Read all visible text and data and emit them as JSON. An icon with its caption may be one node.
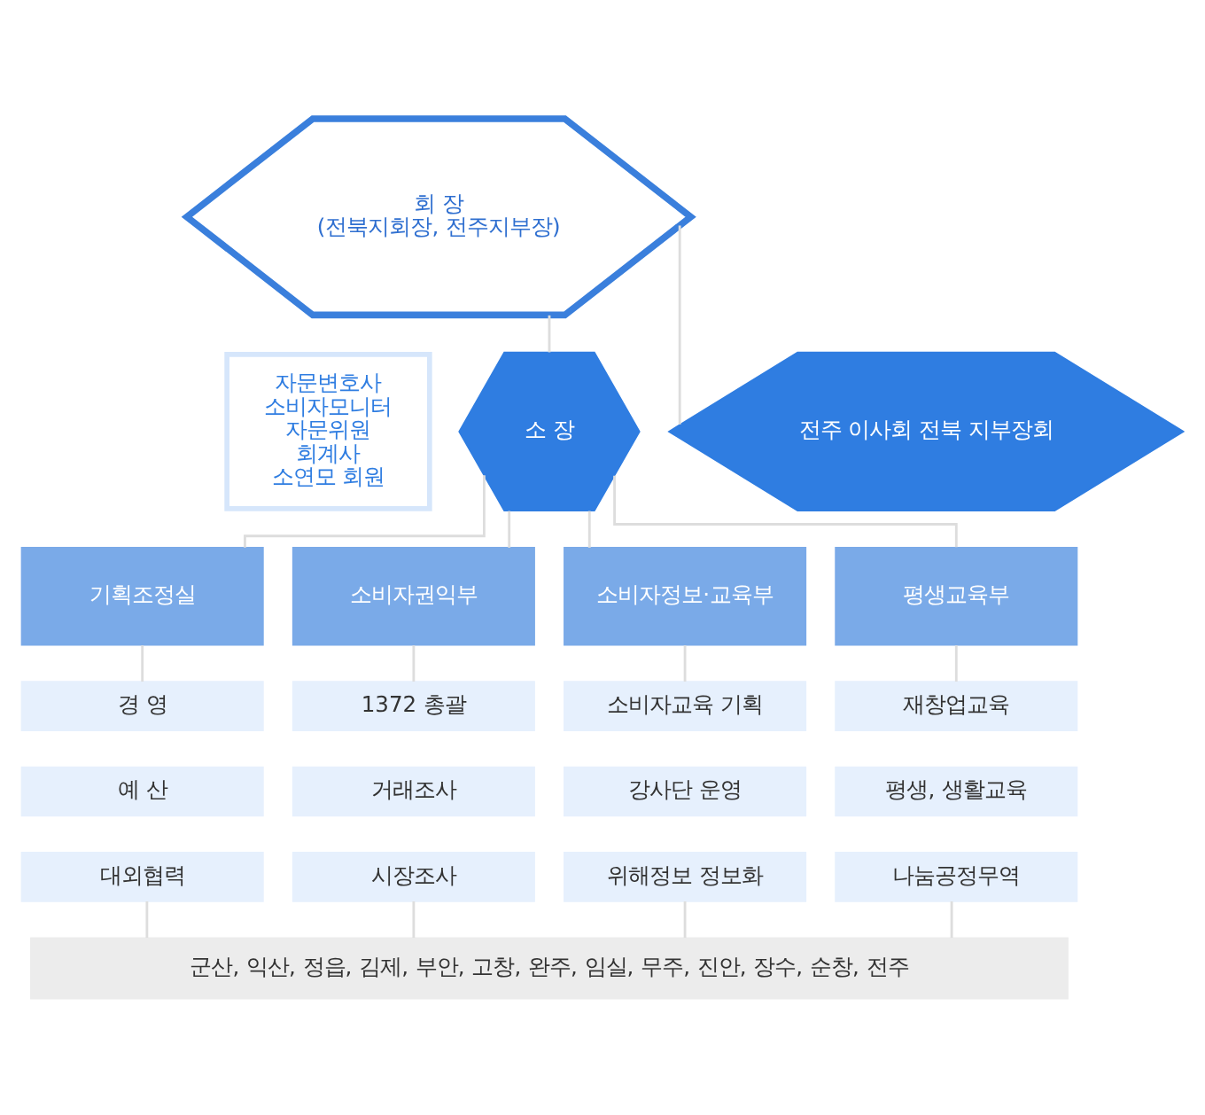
{
  "diagram": {
    "nodes": [
      {
        "text": [
          "회 장",
          "(전북지회장, 전주지부장)"
        ]
      },
      {
        "text": [
          "전주 이사회 전북 지부장회"
        ]
      },
      {
        "text": [
          "자문변호사",
          "소비자모니터",
          "자문위원",
          "회계사",
          "소연모 회원"
        ]
      },
      {
        "text": [
          "소 장"
        ]
      },
      {
        "text": [
          "기획조정실"
        ]
      },
      {
        "text": [
          "소비자권익부"
        ]
      },
      {
        "text": [
          "소비자정보·교육부"
        ]
      },
      {
        "text": [
          "평생교육부"
        ]
      },
      {
        "text": [
          "경 영"
        ]
      },
      {
        "text": [
          "예 산"
        ]
      },
      {
        "text": [
          "대외협력"
        ]
      },
      {
        "text": [
          "1372 총괄"
        ]
      },
      {
        "text": [
          "거래조사"
        ]
      },
      {
        "text": [
          "시장조사"
        ]
      },
      {
        "text": [
          "소비자교육 기획"
        ]
      },
      {
        "text": [
          "강사단 운영"
        ]
      },
      {
        "text": [
          "위해정보 정보화"
        ]
      },
      {
        "text": [
          "재창업교육"
        ]
      },
      {
        "text": [
          "평생, 생활교육"
        ]
      },
      {
        "text": [
          "나눔공정무역"
        ]
      },
      {
        "text": [
          "군산, 익산, 정읍, 김제, 부안, 고창, 완주, 임실, 무주, 진안, 장수, 순창, 전주"
        ]
      }
    ],
    "edges": [
      {
        "from": 0,
        "to": 3,
        "arrow": "none"
      },
      {
        "from": 0,
        "to": 1,
        "arrow": "none"
      },
      {
        "from": 3,
        "to": 4,
        "arrow": "none"
      },
      {
        "from": 3,
        "to": 5,
        "arrow": "none"
      },
      {
        "from": 3,
        "to": 6,
        "arrow": "none"
      },
      {
        "from": 3,
        "to": 7,
        "arrow": "none"
      },
      {
        "from": 4,
        "to": 8,
        "arrow": "none"
      },
      {
        "from": 5,
        "to": 11,
        "arrow": "none"
      },
      {
        "from": 6,
        "to": 14,
        "arrow": "none"
      },
      {
        "from": 7,
        "to": 17,
        "arrow": "none"
      },
      {
        "from": 10,
        "to": 20,
        "arrow": "none"
      },
      {
        "from": 13,
        "to": 20,
        "arrow": "none"
      },
      {
        "from": 16,
        "to": 20,
        "arrow": "none"
      },
      {
        "from": 19,
        "to": 20,
        "arrow": "none"
      }
    ]
  }
}
